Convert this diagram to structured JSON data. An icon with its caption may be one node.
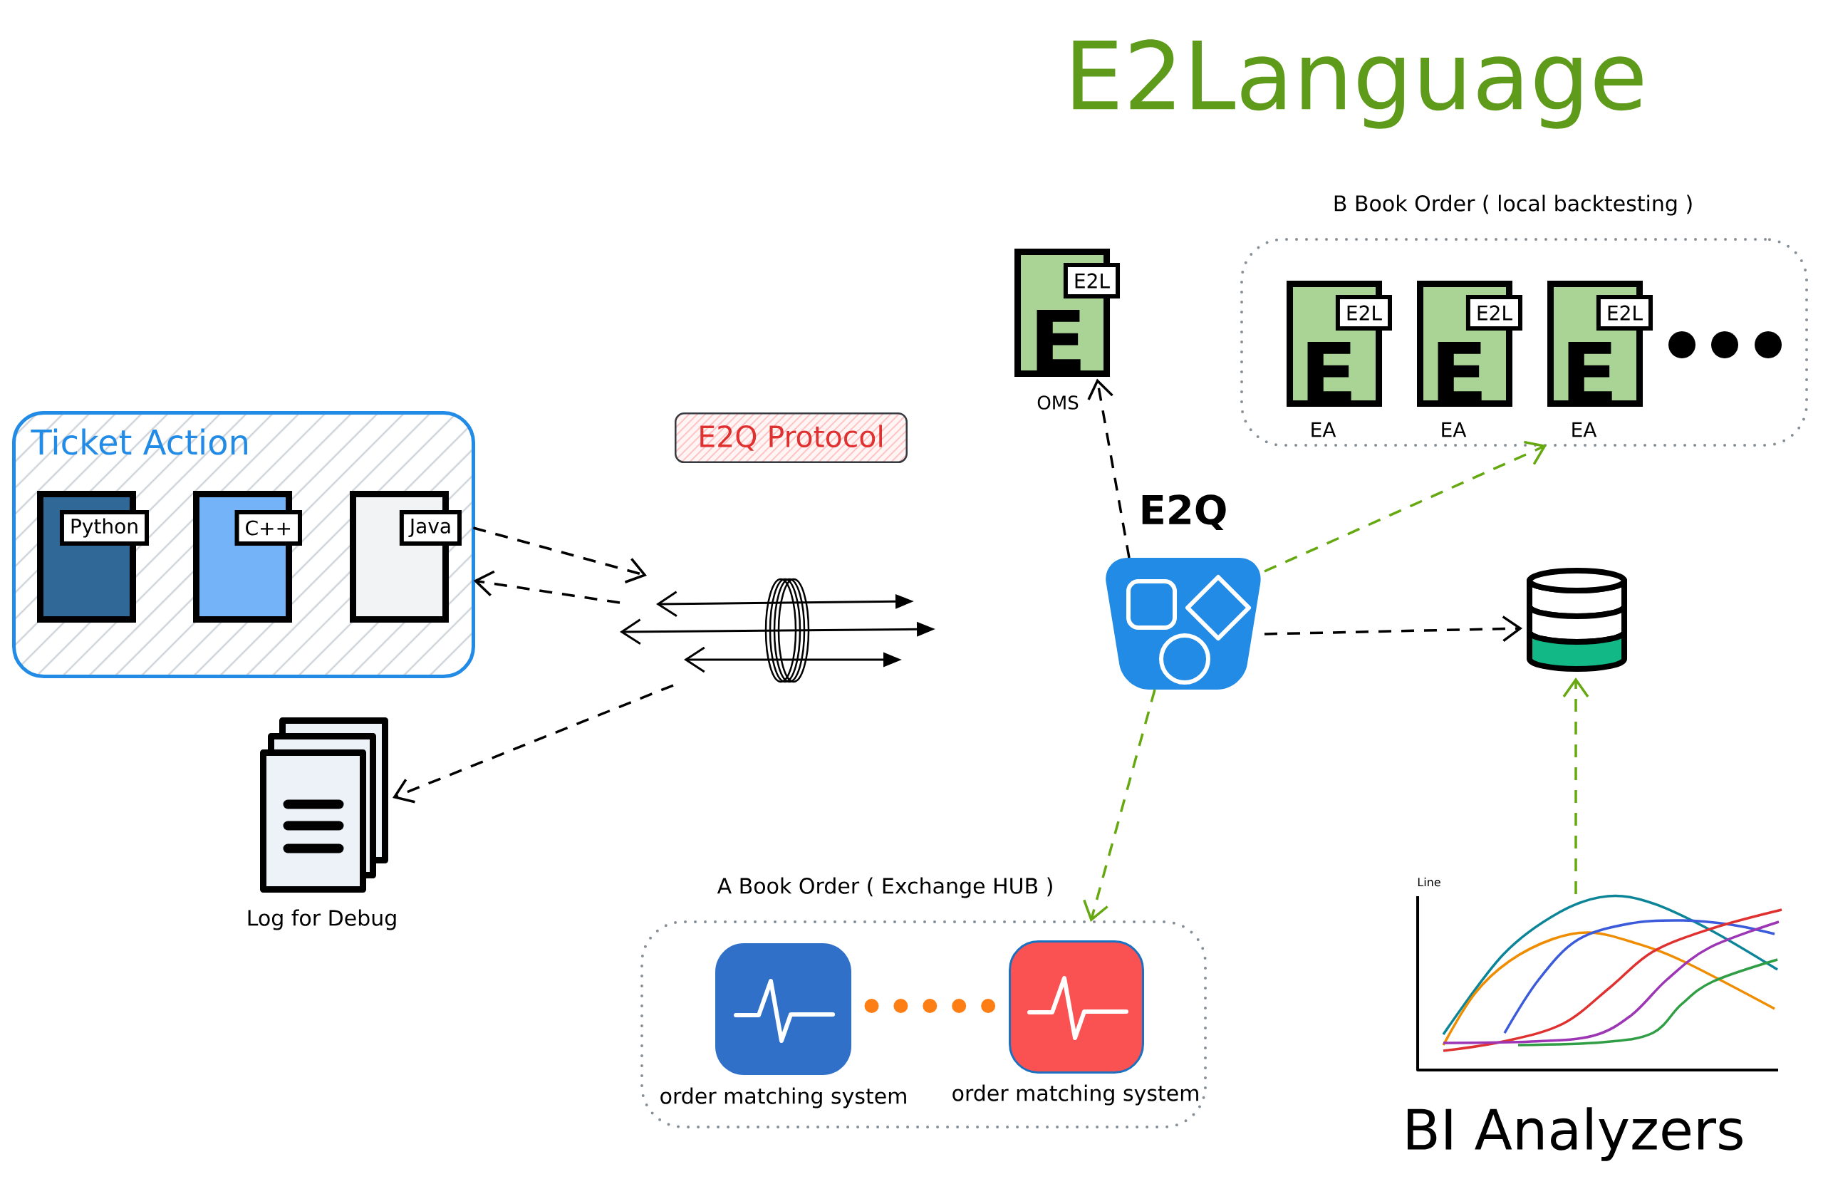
{
  "diagram": {
    "title": "E2Language",
    "nodes": [
      {
        "text": [
          "Ticket Action"
        ]
      },
      {
        "text": [
          "Python"
        ],
        "in": 0
      },
      {
        "text": [
          "C++"
        ],
        "in": 0
      },
      {
        "text": [
          "Java"
        ],
        "in": 0
      },
      {
        "text": [
          "E2Q Protocol"
        ]
      },
      {
        "text": [],
        "shape": "picture"
      },
      {
        "text": [],
        "shape": "picture",
        "beside": [
          "Log for Debug"
        ]
      },
      {
        "text": [
          "E2L",
          "E"
        ],
        "beside": [
          "OMS"
        ]
      },
      {
        "text": [
          "B Book Order ( local backtesting )"
        ]
      },
      {
        "text": [
          "E2L",
          "E"
        ],
        "in": 8,
        "beside": [
          "EA"
        ]
      },
      {
        "text": [
          "E2L",
          "E"
        ],
        "in": 8,
        "beside": [
          "EA"
        ]
      },
      {
        "text": [
          "E2L",
          "E"
        ],
        "in": 8,
        "beside": [
          "EA"
        ]
      },
      {
        "text": [
          "E2Q"
        ]
      },
      {
        "text": [],
        "shape": "cylinder"
      },
      {
        "text": [
          "A Book Order ( Exchange HUB )"
        ]
      },
      {
        "text": [],
        "shape": "box",
        "in": 14,
        "beside": [
          "order matching system"
        ]
      },
      {
        "text": [],
        "shape": "box",
        "in": 14,
        "beside": [
          "order matching system"
        ]
      },
      {
        "text": [
          "Line",
          "BI Analyzers"
        ]
      }
    ],
    "edges": [
      {
        "from": 0,
        "to": 5,
        "arrow": "to",
        "style": "dashed"
      },
      {
        "from": 5,
        "to": 0,
        "arrow": "to",
        "style": "dashed"
      },
      {
        "from": 5,
        "to": 6,
        "arrow": "to",
        "style": "dashed"
      },
      {
        "from": 12,
        "to": 7,
        "arrow": "to",
        "style": "dashed"
      },
      {
        "from": 12,
        "to": 8,
        "arrow": "to",
        "style": "dashed",
        "color": "#66a80f"
      },
      {
        "from": 12,
        "to": 13,
        "arrow": "to",
        "style": "dashed"
      },
      {
        "from": 12,
        "to": 14,
        "arrow": "to",
        "style": "dashed",
        "color": "#66a80f"
      },
      {
        "from": 17,
        "to": 13,
        "arrow": "to",
        "style": "dashed",
        "color": "#66a80f"
      },
      {
        "from": 15,
        "to": 16,
        "arrow": "none",
        "style": "dashed",
        "color": "#fd7e14"
      }
    ]
  }
}
